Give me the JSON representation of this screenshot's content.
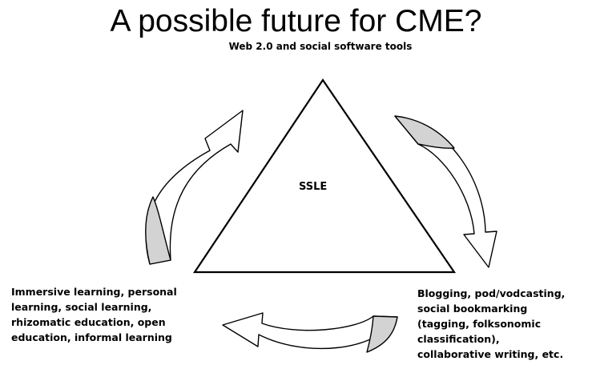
{
  "title": "A possible future for CME?",
  "diagram": {
    "top_label": "Web 2.0 and social software tools",
    "center_label": "SSLE",
    "left_label_lines": [
      "Immersive learning, personal",
      "learning, social learning,",
      "rhizomatic education, open",
      "education, informal learning"
    ],
    "right_label_lines": [
      "Blogging, pod/vodcasting,",
      "social bookmarking",
      "(tagging, folksonomic",
      "classification),",
      "collaborative writing, etc."
    ],
    "colors": {
      "arrow_fill": "#ffffff",
      "arrow_shade": "#d3d3d3",
      "stroke": "#000000"
    }
  }
}
